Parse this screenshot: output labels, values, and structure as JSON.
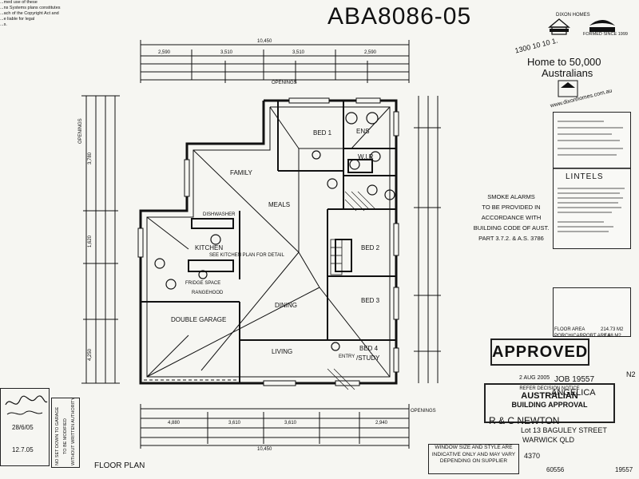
{
  "document": {
    "doc_number": "ABA8086-05",
    "corner_notice": [
      "...med use of these",
      "...ns Systems plans constitutes",
      "...ach of the Copyright Act and",
      "...e liable for legal",
      "...s."
    ],
    "brand": {
      "phone": "1300 10 10 1.",
      "tagline_1": "Home to 50,000",
      "tagline_2": "Australians",
      "website": "www.dixonhomes.com.au",
      "since": "DIXON HOMES",
      "since_sub": "FORMED SINCE 1999"
    },
    "plan_title": "FLOOR PLAN",
    "rooms": {
      "family": "FAMILY",
      "meals": "MEALS",
      "kitchen": "KITCHEN",
      "kitchen_note": "SEE KITCHEN PLAN FOR DETAIL",
      "dishwasher": "DISHWASHER",
      "bed1": "BED 1",
      "ens": "ENS",
      "wir": "W.I.R",
      "bed2": "BED 2",
      "bed3": "BED 3",
      "bed4": "BED 4",
      "study": "/STUDY",
      "dining": "DINING",
      "living": "LIVING",
      "garage": "DOUBLE GARAGE",
      "entry": "ENTRY",
      "rangehood": "RANGEHOOD",
      "fridge": "FRIDGE SPACE"
    },
    "dimensions": {
      "overall_top": "10,450",
      "overall_bottom": "10,450",
      "openings_top": "OPENINGS",
      "openings_bottom": "OPENINGS",
      "openings_side": "OPENINGS",
      "top_row": [
        "2,590",
        "3,510",
        "3,510",
        "2,590"
      ],
      "bottom_row": [
        "4,880",
        "3,610",
        "3,610",
        "2,940"
      ],
      "left_col": [
        "3,780",
        "1,620",
        "4,250"
      ]
    },
    "smoke_alarms": [
      "SMOKE ALARMS",
      "TO BE PROVIDED IN",
      "ACCORDANCE WITH",
      "BUILDING CODE OF AUST.",
      "PART 3.7.2. & A.S. 3786"
    ],
    "lintels": {
      "heading": "LINTELS"
    },
    "approved": {
      "label": "APPROVED",
      "date": "2 AUG 2005",
      "refer": "REFER DECISION NOTICE",
      "body_1": "AUSTRALIAN",
      "body_2": "BUILDING APPROVAL"
    },
    "client": {
      "job_no": "JOB 19557",
      "design": "ANGELICA",
      "name": "R & C NEWTON",
      "lot": "Lot 13 BAGULEY STREET",
      "town": "WARWICK QLD",
      "postcode": "4370",
      "plan_no": "60556",
      "sheet": "19557",
      "rev": "N2"
    },
    "window_note": [
      "WINDOW SIZE AND STYLE ARE",
      "INDICATIVE ONLY AND MAY VARY",
      "DEPENDING ON SUPPLIER"
    ],
    "garage_note": [
      "NO SET DOWN TO GARAGE",
      "TO BE MODIFIED",
      "WITHOUT WRITTEN AUTHORITY"
    ],
    "signoff": {
      "date": "28/6/05",
      "date2": "12.7.05"
    },
    "areas": {
      "floor_area_label": "FLOOR AREA",
      "floor_area": "214.73 M2",
      "porch_label": "PORCH/CARPORT AREA",
      "porch": "1.88 M2"
    },
    "colors": {
      "ink": "#111111",
      "paper": "#f6f6f2"
    }
  }
}
